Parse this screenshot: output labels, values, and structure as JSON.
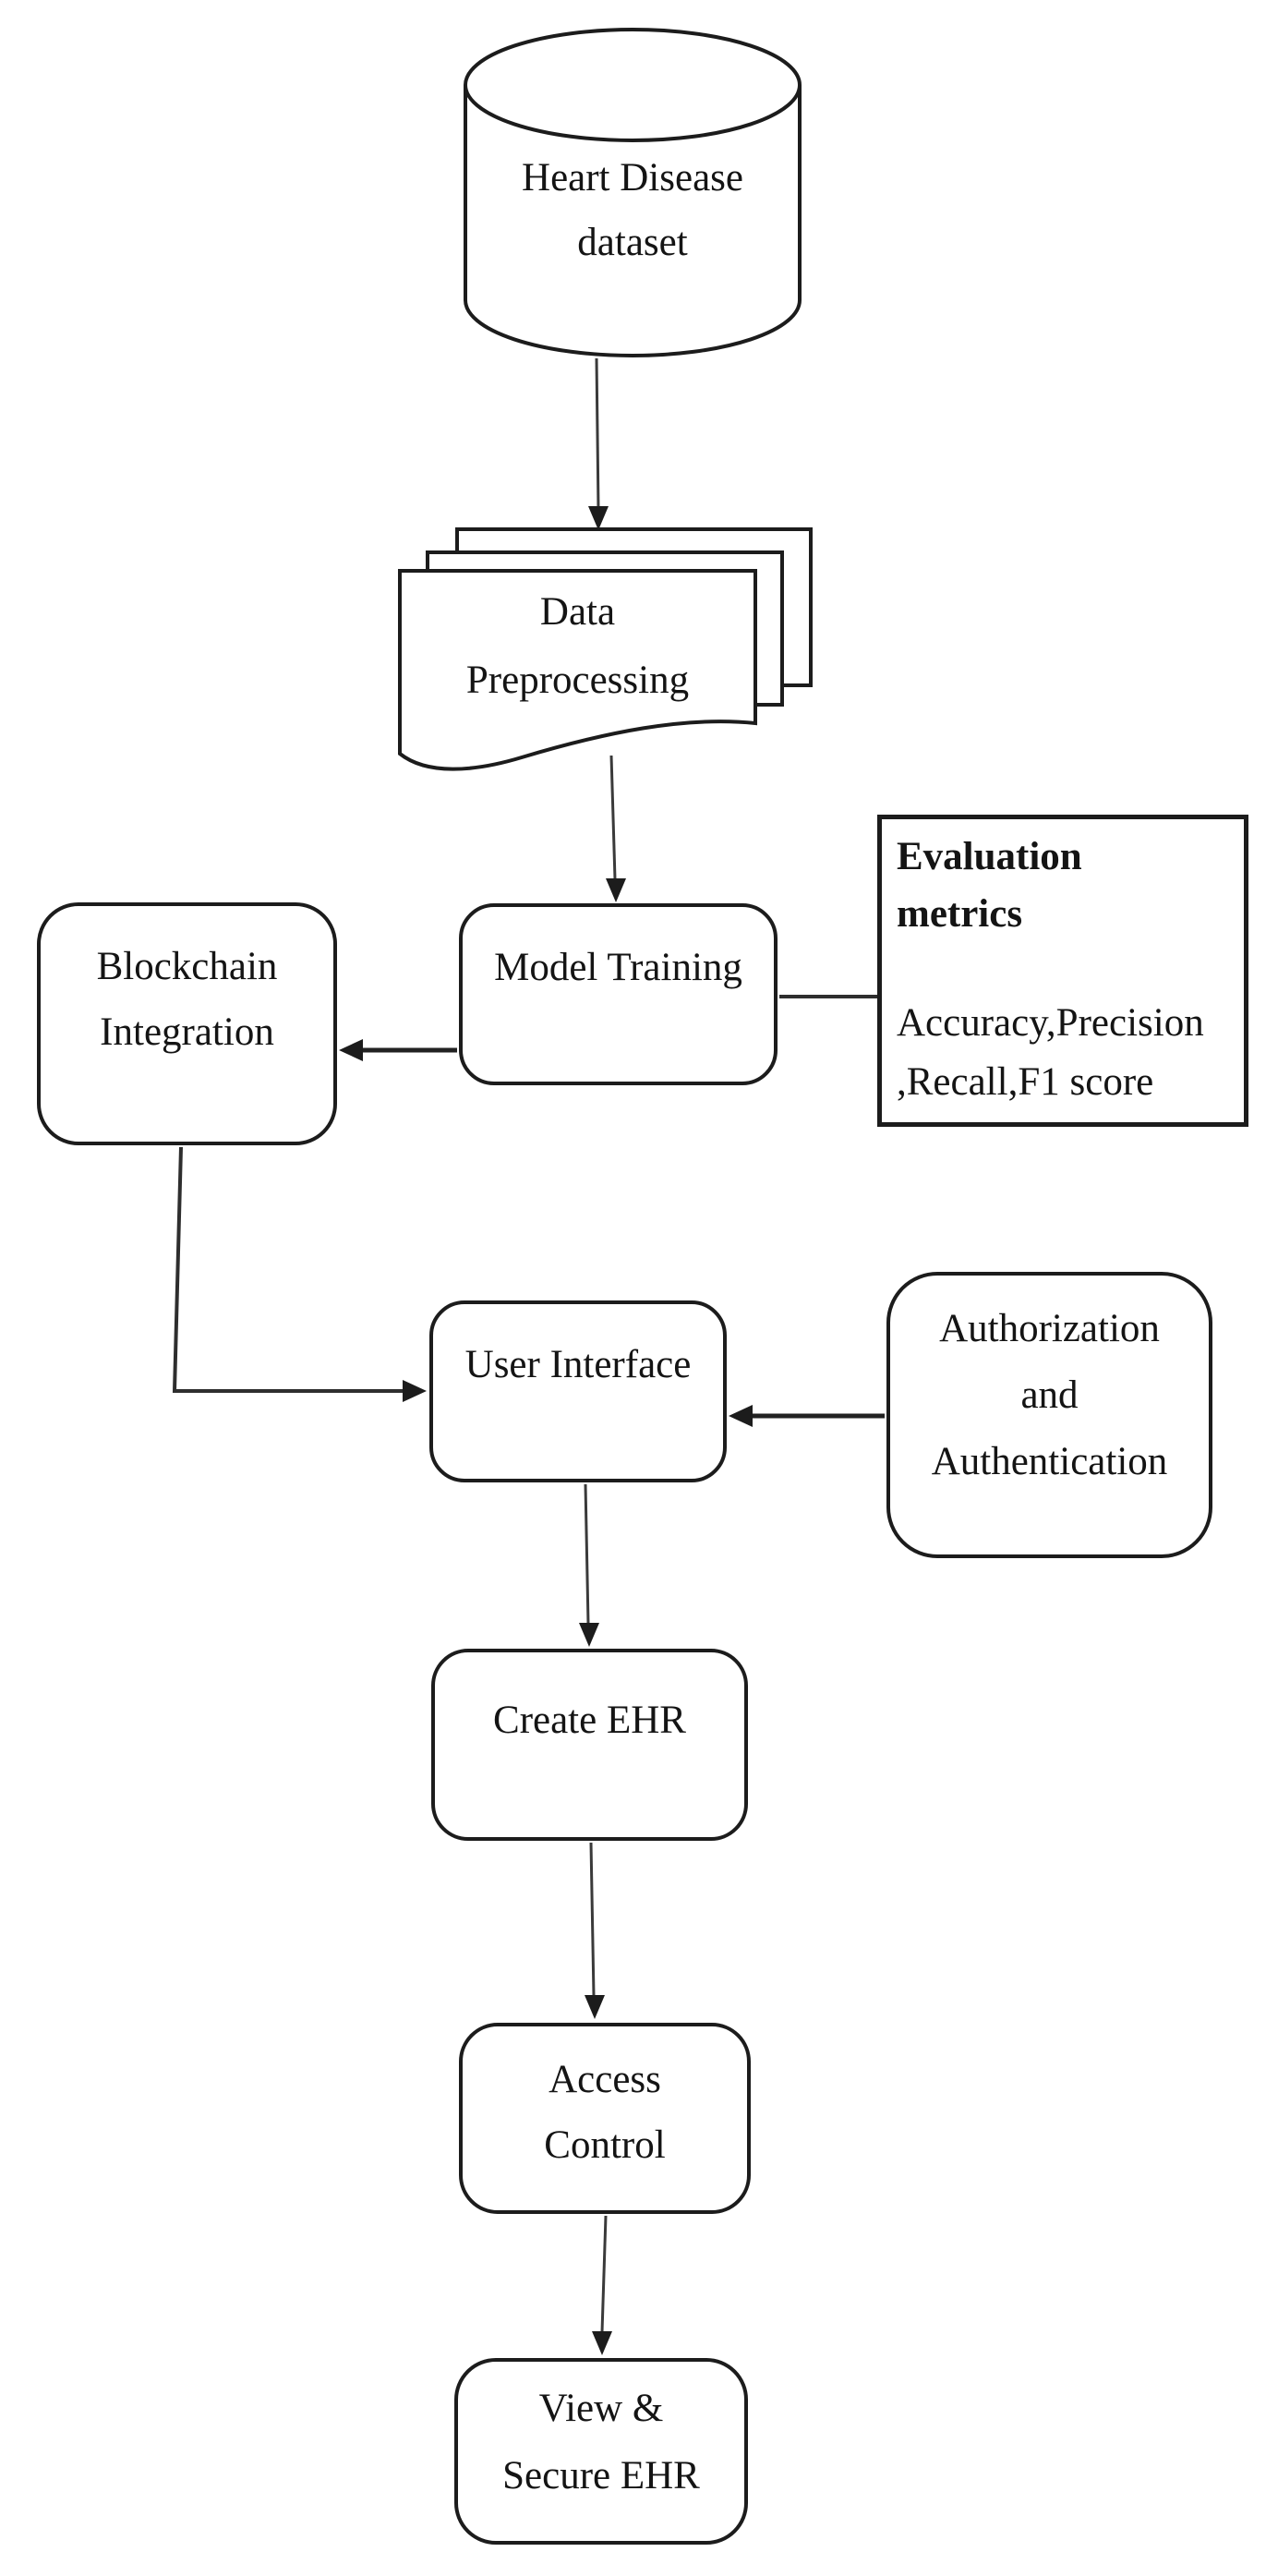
{
  "diagram": {
    "background": "#ffffff",
    "colors": {
      "node_border": "#1c1c1c",
      "connector": "#3a3a3a",
      "arrowhead": "#1c1c1c",
      "text": "#141414"
    },
    "nodes": {
      "heart_disease_dataset": {
        "shape": "cylinder",
        "line1": "Heart Disease",
        "line2": "dataset"
      },
      "data_preprocessing": {
        "shape": "multidocument",
        "line1": "Data",
        "line2": "Preprocessing"
      },
      "model_training": {
        "shape": "rounded-rectangle",
        "label": "Model Training"
      },
      "evaluation_metrics": {
        "shape": "rectangle",
        "title_line1": "Evaluation",
        "title_line2": "metrics",
        "body_line1": "Accuracy,Precision",
        "body_line2": ",Recall,F1 score"
      },
      "blockchain_integration": {
        "shape": "rounded-rectangle",
        "line1": "Blockchain",
        "line2": "Integration"
      },
      "user_interface": {
        "shape": "rounded-rectangle",
        "label": "User Interface"
      },
      "authorization_authentication": {
        "shape": "rounded-rectangle",
        "line1": "Authorization",
        "line2": "and",
        "line3": "Authentication"
      },
      "create_ehr": {
        "shape": "rounded-rectangle",
        "label": "Create EHR"
      },
      "access_control": {
        "shape": "rounded-rectangle",
        "line1": "Access",
        "line2": "Control"
      },
      "view_secure_ehr": {
        "shape": "rounded-rectangle",
        "line1": "View &",
        "line2": "Secure EHR"
      }
    },
    "edges": [
      {
        "from": "heart_disease_dataset",
        "to": "data_preprocessing",
        "style": "arrow"
      },
      {
        "from": "data_preprocessing",
        "to": "model_training",
        "style": "arrow"
      },
      {
        "from": "model_training",
        "to": "evaluation_metrics",
        "style": "plain-line"
      },
      {
        "from": "model_training",
        "to": "blockchain_integration",
        "style": "arrow"
      },
      {
        "from": "blockchain_integration",
        "to": "user_interface",
        "style": "elbow-arrow"
      },
      {
        "from": "authorization_authentication",
        "to": "user_interface",
        "style": "arrow"
      },
      {
        "from": "user_interface",
        "to": "create_ehr",
        "style": "arrow"
      },
      {
        "from": "create_ehr",
        "to": "access_control",
        "style": "arrow"
      },
      {
        "from": "access_control",
        "to": "view_secure_ehr",
        "style": "arrow"
      }
    ]
  }
}
